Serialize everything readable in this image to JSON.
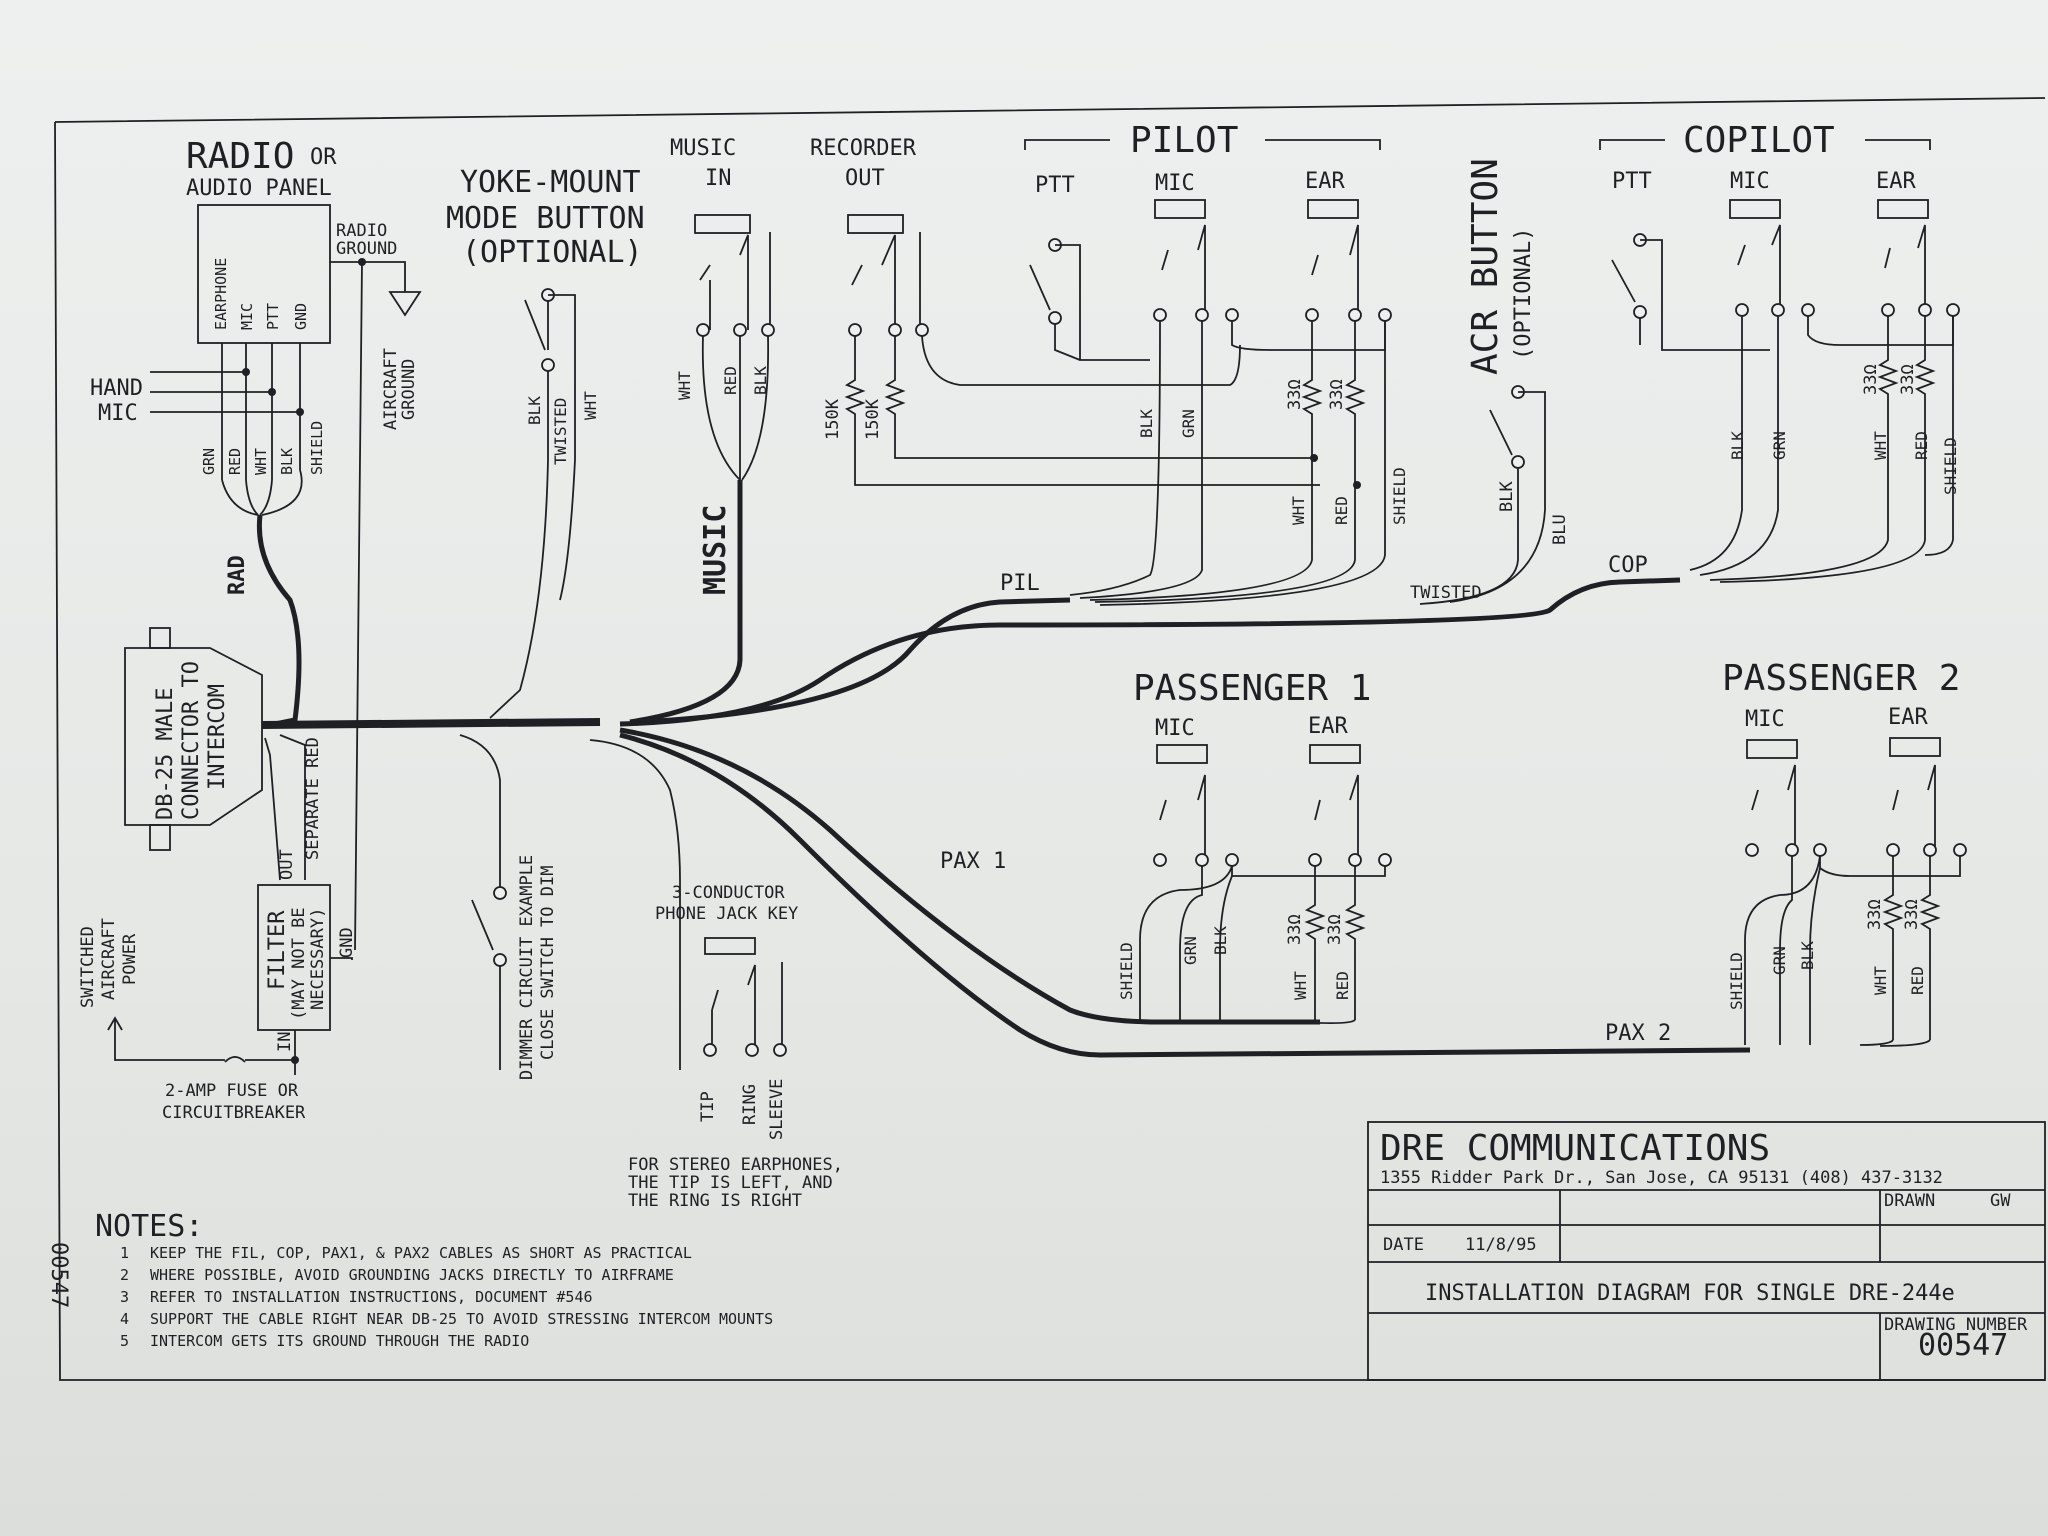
{
  "radio": {
    "title": "RADIO",
    "or": "OR",
    "panel": "AUDIO PANEL",
    "pins": [
      "EARPHONE",
      "MIC",
      "PTT",
      "GND"
    ],
    "ground": [
      "RADIO",
      "GROUND"
    ],
    "aircraft_ground": [
      "AIRCRAFT",
      "GROUND"
    ]
  },
  "hand_mic": [
    "HAND",
    "MIC"
  ],
  "rad_wires": [
    "GRN",
    "RED",
    "WHT",
    "BLK",
    "SHIELD"
  ],
  "rad": "RAD",
  "yoke": {
    "title": [
      "YOKE-MOUNT",
      "MODE BUTTON",
      "(OPTIONAL)"
    ],
    "wires": [
      "BLK",
      "TWISTED",
      "WHT"
    ]
  },
  "music": {
    "title": [
      "MUSIC",
      "IN"
    ],
    "wires": [
      "WHT",
      "RED",
      "BLK"
    ],
    "cable": "MUSIC"
  },
  "recorder": {
    "title": [
      "RECORDER",
      "OUT"
    ],
    "res": [
      "150K",
      "150K"
    ]
  },
  "pilot": {
    "title": "PILOT",
    "ptt": "PTT",
    "mic": "MIC",
    "ear": "EAR",
    "res": [
      "33Ω",
      "33Ω"
    ],
    "wires": [
      "BLK",
      "GRN",
      "WHT",
      "RED",
      "SHIELD"
    ],
    "cable": "PIL"
  },
  "acr": {
    "title": "ACR BUTTON",
    "opt": "(OPTIONAL)",
    "wires": [
      "BLK",
      "BLU"
    ],
    "twisted": "TWISTED"
  },
  "copilot": {
    "title": "COPILOT",
    "ptt": "PTT",
    "mic": "MIC",
    "ear": "EAR",
    "res": [
      "33Ω",
      "33Ω"
    ],
    "wires": [
      "BLK",
      "GRN",
      "WHT",
      "RED",
      "SHIELD"
    ],
    "cable": "COP"
  },
  "db25": [
    "DB-25 MALE",
    "CONNECTOR TO",
    "INTERCOM"
  ],
  "sep_red": "SEPARATE RED",
  "out": "OUT",
  "filter": {
    "title": "FILTER",
    "note": [
      "(MAY NOT BE",
      "NECESSARY)"
    ],
    "in": "IN",
    "gnd": "GND"
  },
  "power": [
    "SWITCHED",
    "AIRCRAFT",
    "POWER"
  ],
  "fuse": [
    "2-AMP FUSE OR",
    "CIRCUITBREAKER"
  ],
  "dimmer": [
    "DIMMER CIRCUIT EXAMPLE",
    "CLOSE SWITCH TO DIM"
  ],
  "pax1": {
    "title": "PASSENGER 1",
    "mic": "MIC",
    "ear": "EAR",
    "res": [
      "33Ω",
      "33Ω"
    ],
    "wires": [
      "SHIELD",
      "GRN",
      "BLK",
      "WHT",
      "RED"
    ],
    "cable": "PAX 1"
  },
  "pax2": {
    "title": "PASSENGER 2",
    "mic": "MIC",
    "ear": "EAR",
    "res": [
      "33Ω",
      "33Ω"
    ],
    "wires": [
      "SHIELD",
      "GRN",
      "BLK",
      "WHT",
      "RED"
    ],
    "cable": "PAX 2"
  },
  "jack": {
    "title": [
      "3-CONDUCTOR",
      "PHONE JACK KEY"
    ],
    "pins": [
      "TIP",
      "RING",
      "SLEEVE"
    ],
    "note": [
      "FOR STEREO EARPHONES,",
      "THE TIP IS LEFT, AND",
      "THE RING IS RIGHT"
    ]
  },
  "notes": {
    "title": "NOTES:",
    "items": [
      "KEEP THE FIL, COP, PAX1, & PAX2 CABLES AS SHORT AS PRACTICAL",
      "WHERE POSSIBLE, AVOID GROUNDING JACKS DIRECTLY TO AIRFRAME",
      "REFER TO INSTALLATION INSTRUCTIONS, DOCUMENT #546",
      "SUPPORT THE CABLE RIGHT NEAR DB-25 TO AVOID STRESSING INTERCOM MOUNTS",
      "INTERCOM GETS ITS GROUND THROUGH THE RADIO"
    ]
  },
  "side_number": "00547",
  "title_block": {
    "company": "DRE COMMUNICATIONS",
    "address": "1355 Ridder Park Dr., San Jose, CA 95131   (408) 437-3132",
    "drawn_label": "DRAWN",
    "drawn": "GW",
    "date_label": "DATE",
    "date": "11/8/95",
    "title": "INSTALLATION DIAGRAM FOR SINGLE DRE-244e",
    "dwg_label": "DRAWING NUMBER",
    "dwg": "00547"
  }
}
